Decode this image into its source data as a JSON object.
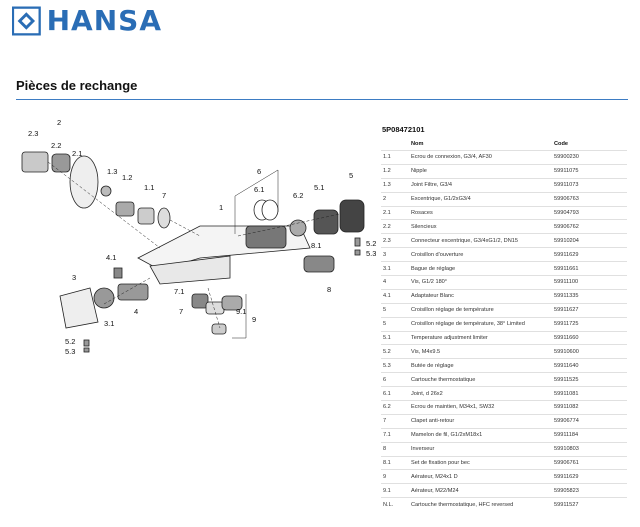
{
  "brand": {
    "name": "HANSA",
    "color": "#2a6db5"
  },
  "page_title": "Pièces de rechange",
  "part_number": "5P08472101",
  "table": {
    "headers": [
      "",
      "Nom",
      "Code"
    ],
    "rows": [
      [
        "1.1",
        "Ecrou de connexion, G3/4, AF30",
        "59900230"
      ],
      [
        "1.2",
        "Nipple",
        "59911075"
      ],
      [
        "1.3",
        "Joint Filtre, G3/4",
        "59911073"
      ],
      [
        "2",
        "Excentrique, G1/2xG3/4",
        "59906763"
      ],
      [
        "2.1",
        "Rosaces",
        "59904793"
      ],
      [
        "2.2",
        "Silencieux",
        "59906762"
      ],
      [
        "2.3",
        "Connecteur excentrique, G3/4xG1/2, DN15",
        "59910204"
      ],
      [
        "3",
        "Croisillon d'ouverture",
        "59911629"
      ],
      [
        "3.1",
        "Bague de réglage",
        "59911661"
      ],
      [
        "4",
        "Vis, G1/2 180°",
        "59911100"
      ],
      [
        "4.1",
        "Adaptateur Blanc",
        "59911335"
      ],
      [
        "5",
        "Croisillon réglage de température",
        "59911627"
      ],
      [
        "5",
        "Croisillon réglage de température, 38° Limited",
        "59911725"
      ],
      [
        "5.1",
        "Temperature adjustment limiter",
        "59911660"
      ],
      [
        "5.2",
        "Vis, M4x9.5",
        "59910600"
      ],
      [
        "5.3",
        "Butée de réglage",
        "59911640"
      ],
      [
        "6",
        "Cartouche thermostatique",
        "59911525"
      ],
      [
        "6.1",
        "Joint, d 26x2",
        "59911081"
      ],
      [
        "6.2",
        "Ecrou de maintien, M34x1, SW32",
        "59911082"
      ],
      [
        "7",
        "Clapet anti-retour",
        "59906774"
      ],
      [
        "7.1",
        "Mamelon de fil, G1/2xM18x1",
        "59911184"
      ],
      [
        "8",
        "Inverseur",
        "59910803"
      ],
      [
        "8.1",
        "Set de fixation pour bec",
        "59906761"
      ],
      [
        "9",
        "Aérateur, M24x1 D",
        "59911629"
      ],
      [
        "9.1",
        "Aérateur, M22/M24",
        "59905823"
      ],
      [
        "N.L.",
        "Cartouche thermostatique, HFC reversed",
        "59911527"
      ]
    ]
  },
  "diagram_labels": {
    "l2_3": "2.3",
    "l2": "2",
    "l2_2": "2.2",
    "l2_1": "2.1",
    "l1_3": "1.3",
    "l1_2": "1.2",
    "l1_1": "1.1",
    "l7": "7",
    "l6": "6",
    "l6_1": "6.1",
    "l6_2": "6.2",
    "l5_1": "5.1",
    "l5": "5",
    "l1": "1",
    "l4_1": "4.1",
    "l8_1": "8.1",
    "l5_2a": "5.2",
    "l5_3a": "5.3",
    "l8": "8",
    "l3": "3",
    "l4": "4",
    "l7_1": "7.1",
    "l3_1": "3.1",
    "l9_1": "9.1",
    "l9": "9",
    "l7b": "7",
    "l5_2b": "5.2",
    "l5_3b": "5.3"
  }
}
